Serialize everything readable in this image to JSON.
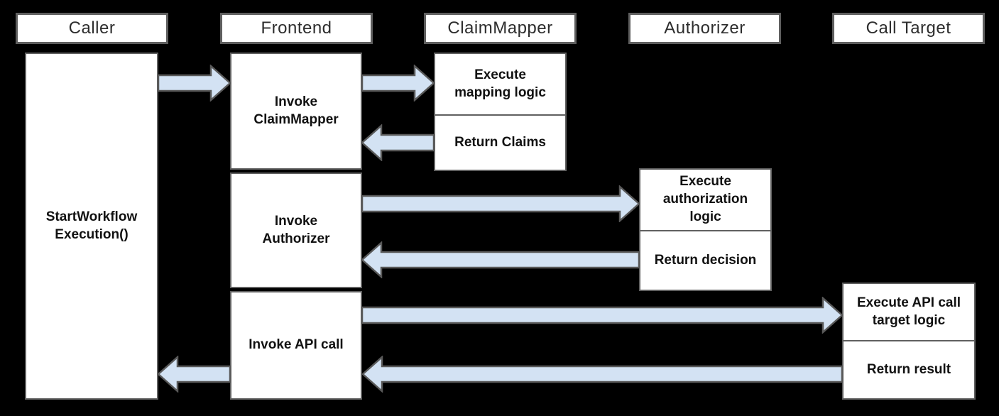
{
  "diagram": {
    "type": "sequence-diagram",
    "colors": {
      "background": "#000000",
      "box_fill": "#ffffff",
      "box_border": "#606060",
      "arrow_fill": "#d3e2f3",
      "arrow_border": "#595959",
      "header_text": "#2d2d2d",
      "task_text": "#111111"
    },
    "actors": {
      "caller": "Caller",
      "frontend": "Frontend",
      "claim_mapper": "ClaimMapper",
      "authorizer": "Authorizer",
      "call_target": "Call Target"
    },
    "steps": {
      "start_workflow_execution": "StartWorkflow\nExecution()",
      "invoke_claim_mapper": "Invoke\nClaimMapper",
      "invoke_authorizer": "Invoke\nAuthorizer",
      "invoke_api_call": "Invoke API call",
      "execute_mapping_logic": "Execute\nmapping logic",
      "return_claims": "Return Claims",
      "execute_authorization_logic": "Execute\nauthorization\nlogic",
      "return_decision": "Return decision",
      "execute_api_call_target_logic": "Execute API call\ntarget logic",
      "return_result": "Return result"
    },
    "arrows": [
      {
        "name": "start-workflow-call",
        "from": "Caller",
        "to": "Frontend",
        "direction": "right"
      },
      {
        "name": "invoke-claim-mapper-call",
        "from": "Frontend",
        "to": "ClaimMapper",
        "direction": "right"
      },
      {
        "name": "return-claims",
        "from": "ClaimMapper",
        "to": "Frontend",
        "direction": "left"
      },
      {
        "name": "invoke-authorizer-call",
        "from": "Frontend",
        "to": "Authorizer",
        "direction": "right"
      },
      {
        "name": "return-decision",
        "from": "Authorizer",
        "to": "Frontend",
        "direction": "left"
      },
      {
        "name": "invoke-api-call",
        "from": "Frontend",
        "to": "Call Target",
        "direction": "right"
      },
      {
        "name": "return-result",
        "from": "Call Target",
        "to": "Frontend",
        "direction": "left"
      },
      {
        "name": "return-to-caller",
        "from": "Frontend",
        "to": "Caller",
        "direction": "left"
      }
    ]
  }
}
